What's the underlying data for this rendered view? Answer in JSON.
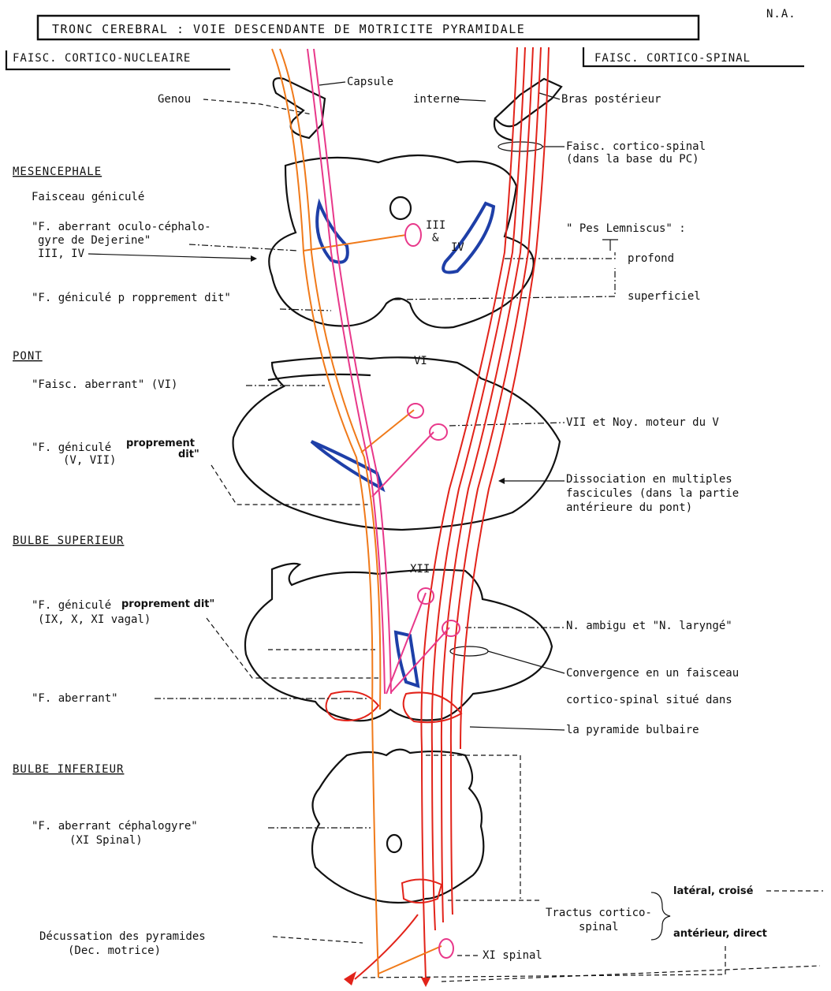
{
  "title": "TRONC CEREBRAL   :   VOIE DESCENDANTE DE MOTRICITE PYRAMIDALE",
  "author": "N.A.",
  "left_header": "FAISC. CORTICO-NUCLEAIRE",
  "right_header": "FAISC. CORTICO-SPINAL",
  "capsule": {
    "capsule": "Capsule",
    "interne": "interne",
    "genou": "Genou",
    "bras": "Bras postérieur",
    "fcs_1": "Faisc. cortico-spinal",
    "fcs_2": "(dans la base du PC)"
  },
  "sections": {
    "mesencephale": "MESENCEPHALE",
    "pont": "PONT",
    "bulbe_sup": "BULBE SUPERIEUR",
    "bulbe_inf": "BULBE INFERIEUR"
  },
  "mesencephale": {
    "faisceau_genicule": "Faisceau géniculé",
    "aberrant_1": "\"F. aberrant oculo-céphalo-",
    "aberrant_2": "gyre de Dejerine\"",
    "aberrant_3": "III, IV",
    "nucleus_3": "III",
    "amp": "&",
    "nucleus_4": "IV",
    "pes": "\" Pes Lemniscus\" :",
    "profond": "profond",
    "superficiel": "superficiel",
    "genicule_pd": "\"F. géniculé p ropprement dit\""
  },
  "pont": {
    "nucleus_6": "VI",
    "aberrant": "\"Faisc. aberrant\"   (VI)",
    "genicule_1": "\"F. géniculé",
    "genicule_pd_a": "proprement",
    "genicule_pd_b": "dit\"",
    "genicule_2": "(V, VII)",
    "vii": "VII et Noy. moteur du V",
    "dissoc_1": "Dissociation en multiples",
    "dissoc_2": "fascicules  (dans la partie",
    "dissoc_3": "antérieure du pont)"
  },
  "bulbe_sup": {
    "nucleus_12": "XII",
    "genicule_1": "\"F. géniculé",
    "genicule_pd": "proprement dit\"",
    "genicule_2": "(IX, X, XI vagal)",
    "ambigu": "N. ambigu et \"N. laryngé\"",
    "conv_1": "Convergence en un faisceau",
    "conv_2": "cortico-spinal situé dans",
    "conv_3": "la pyramide bulbaire",
    "aberrant": "\"F. aberrant\""
  },
  "bulbe_inf": {
    "cephalogyre_1": "\"F. aberrant céphalogyre\"",
    "cephalogyre_2": "(XI  Spinal)",
    "tractus_1": "Tractus cortico-",
    "tractus_2": "spinal",
    "lateral": "latéral, croisé",
    "anterieur": "antérieur, direct",
    "decussation_1": "Décussation des pyramides",
    "decussation_2": "(Dec. motrice)",
    "xi_spinal": "XI spinal"
  },
  "colors": {
    "cortico_spinal": "#e2231a",
    "genicule": "#f07a1a",
    "aberrant": "#e8388a",
    "lemniscus": "#1e3fa8"
  }
}
